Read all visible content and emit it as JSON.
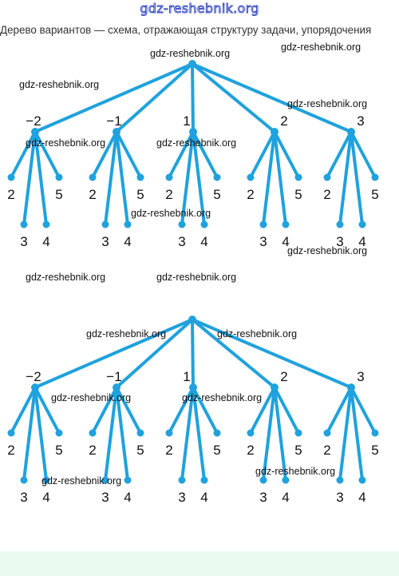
{
  "site_title": "gdz-reshebnik.org",
  "caption": "Дерево вариантов — схема, отражающая структуру задачи, упорядочения",
  "tree": {
    "first_level": [
      "−2",
      "−1",
      "1",
      "2",
      "3"
    ],
    "second_level": [
      "2",
      "3",
      "4",
      "5"
    ]
  },
  "watermark_text": "gdz-reshebnik.org",
  "colors": {
    "edge": "#1fa2dd",
    "background": "#ffffff",
    "footer": "#eafaf1"
  }
}
